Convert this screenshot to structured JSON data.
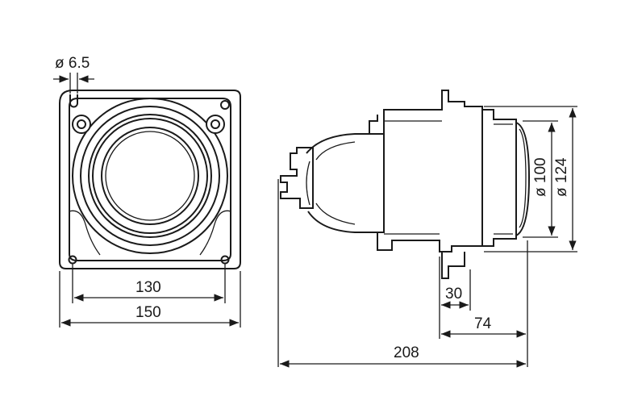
{
  "dimensions": {
    "hole_diameter": "ø 6.5",
    "hole_spacing": "130",
    "front_width": "150",
    "lens_diameter": "ø 100",
    "outer_diameter": "ø 124",
    "bracket_offset": "30",
    "front_depth": "74",
    "total_depth": "208"
  }
}
